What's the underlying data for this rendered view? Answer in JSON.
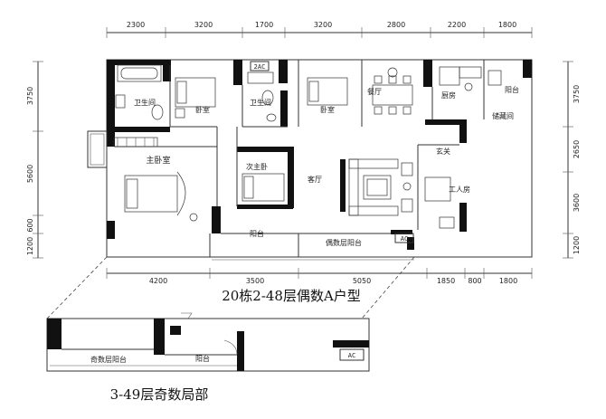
{
  "top_dimensions": [
    "2300",
    "3200",
    "1700",
    "3200",
    "2800",
    "2200",
    "1800"
  ],
  "bottom_dimensions": [
    "4200",
    "3500",
    "5050",
    "1850",
    "800",
    "1800"
  ],
  "left_dimensions": [
    "3750",
    "5600",
    "600",
    "1200"
  ],
  "right_dimensions": [
    "3750",
    "2650",
    "3600",
    "1200"
  ],
  "rooms": {
    "bath1": "卫生间",
    "bedroom1": "卧室",
    "bath2": "卫生间",
    "bedroom2": "卧室",
    "dining": "餐厅",
    "kitchen": "厨房",
    "balcony_kitchen": "阳台",
    "storage": "储藏间",
    "master_bedroom": "主卧室",
    "second_bedroom": "次主卧",
    "living": "客厅",
    "entrance": "玄关",
    "worker_room": "工人房",
    "balcony_main": "阳台",
    "even_balcony": "偶数层阳台",
    "odd_balcony": "奇数层阳台",
    "balcony_odd": "阳台"
  },
  "ac_labels": [
    "2AC",
    "AC",
    "AC"
  ],
  "captions": {
    "main": "20栋2-48层偶数A户型",
    "odd": "3-49层奇数局部"
  }
}
